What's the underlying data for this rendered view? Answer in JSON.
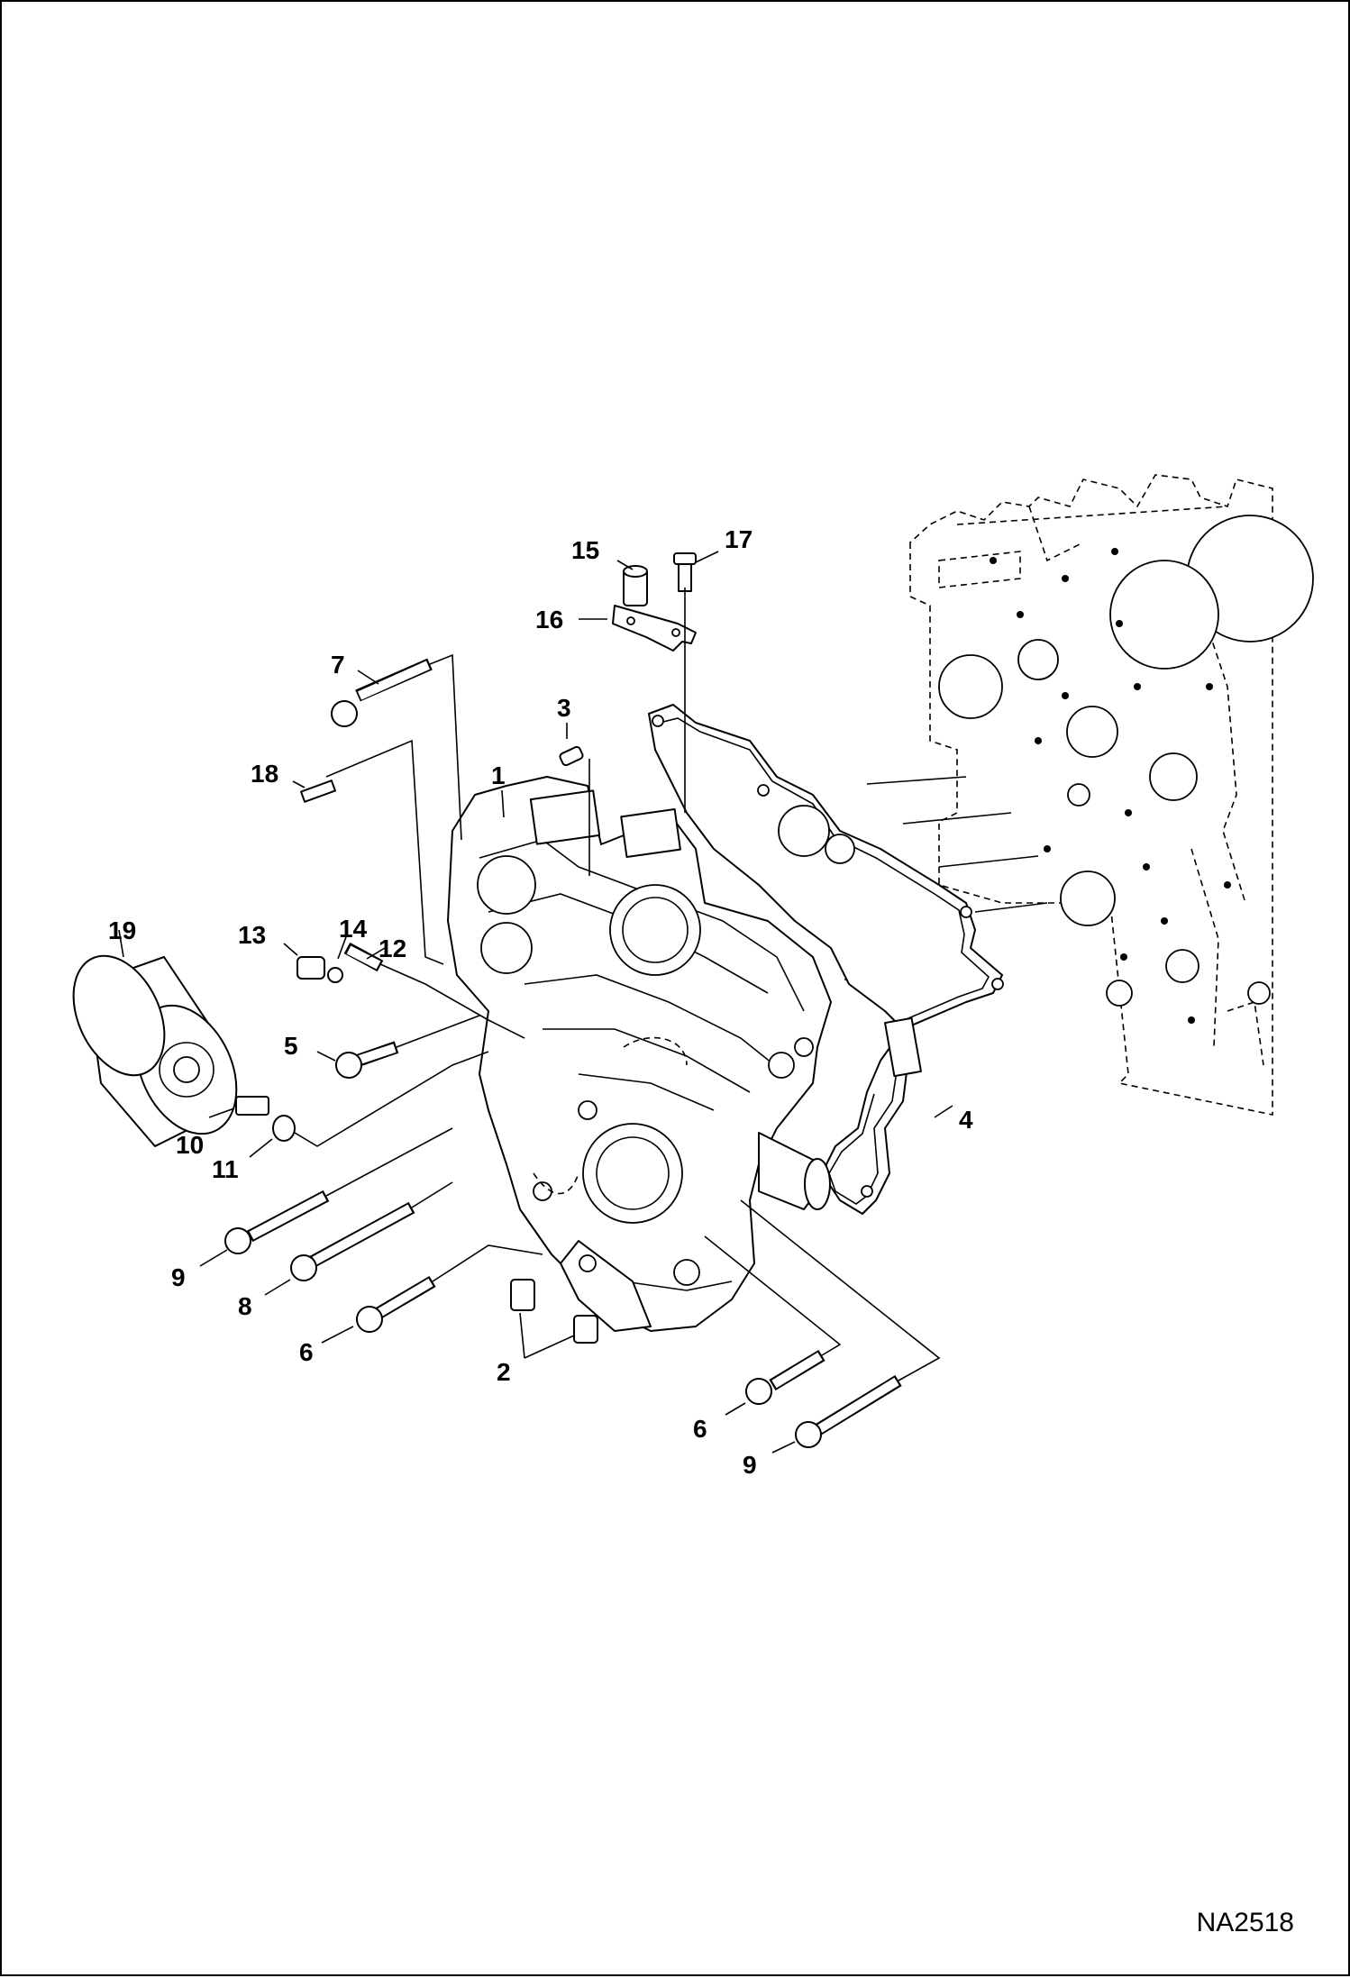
{
  "figure_code": "NA2518",
  "callouts": [
    {
      "key": "c1",
      "text": "1"
    },
    {
      "key": "c2",
      "text": "2"
    },
    {
      "key": "c3",
      "text": "3"
    },
    {
      "key": "c4",
      "text": "4"
    },
    {
      "key": "c5",
      "text": "5"
    },
    {
      "key": "c6a",
      "text": "6"
    },
    {
      "key": "c6b",
      "text": "6"
    },
    {
      "key": "c7",
      "text": "7"
    },
    {
      "key": "c8",
      "text": "8"
    },
    {
      "key": "c9a",
      "text": "9"
    },
    {
      "key": "c9b",
      "text": "9"
    },
    {
      "key": "c10",
      "text": "10"
    },
    {
      "key": "c11",
      "text": "11"
    },
    {
      "key": "c12",
      "text": "12"
    },
    {
      "key": "c13",
      "text": "13"
    },
    {
      "key": "c14",
      "text": "14"
    },
    {
      "key": "c15",
      "text": "15"
    },
    {
      "key": "c16",
      "text": "16"
    },
    {
      "key": "c17",
      "text": "17"
    },
    {
      "key": "c18",
      "text": "18"
    },
    {
      "key": "c19",
      "text": "19"
    }
  ]
}
